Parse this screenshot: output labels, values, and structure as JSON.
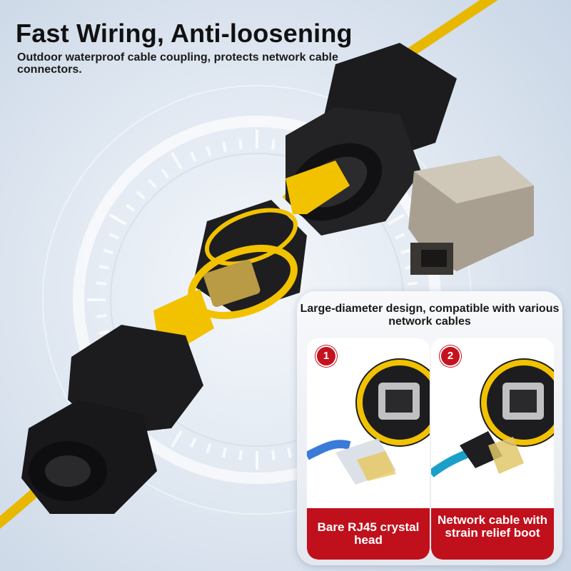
{
  "headline": "Fast Wiring, Anti-loosening",
  "subheadline": "Outdoor waterproof cable coupling, protects network cable connectors.",
  "panel": {
    "title": "Large-diameter design, compatible with various network cables",
    "cards": [
      {
        "number": "1",
        "caption": "Bare RJ45 crystal head"
      },
      {
        "number": "2",
        "caption": "Network cable with strain relief boot"
      }
    ]
  },
  "colors": {
    "accent_red": "#c0101c",
    "cable_yellow": "#f2c200",
    "housing_black": "#1c1c1e"
  }
}
